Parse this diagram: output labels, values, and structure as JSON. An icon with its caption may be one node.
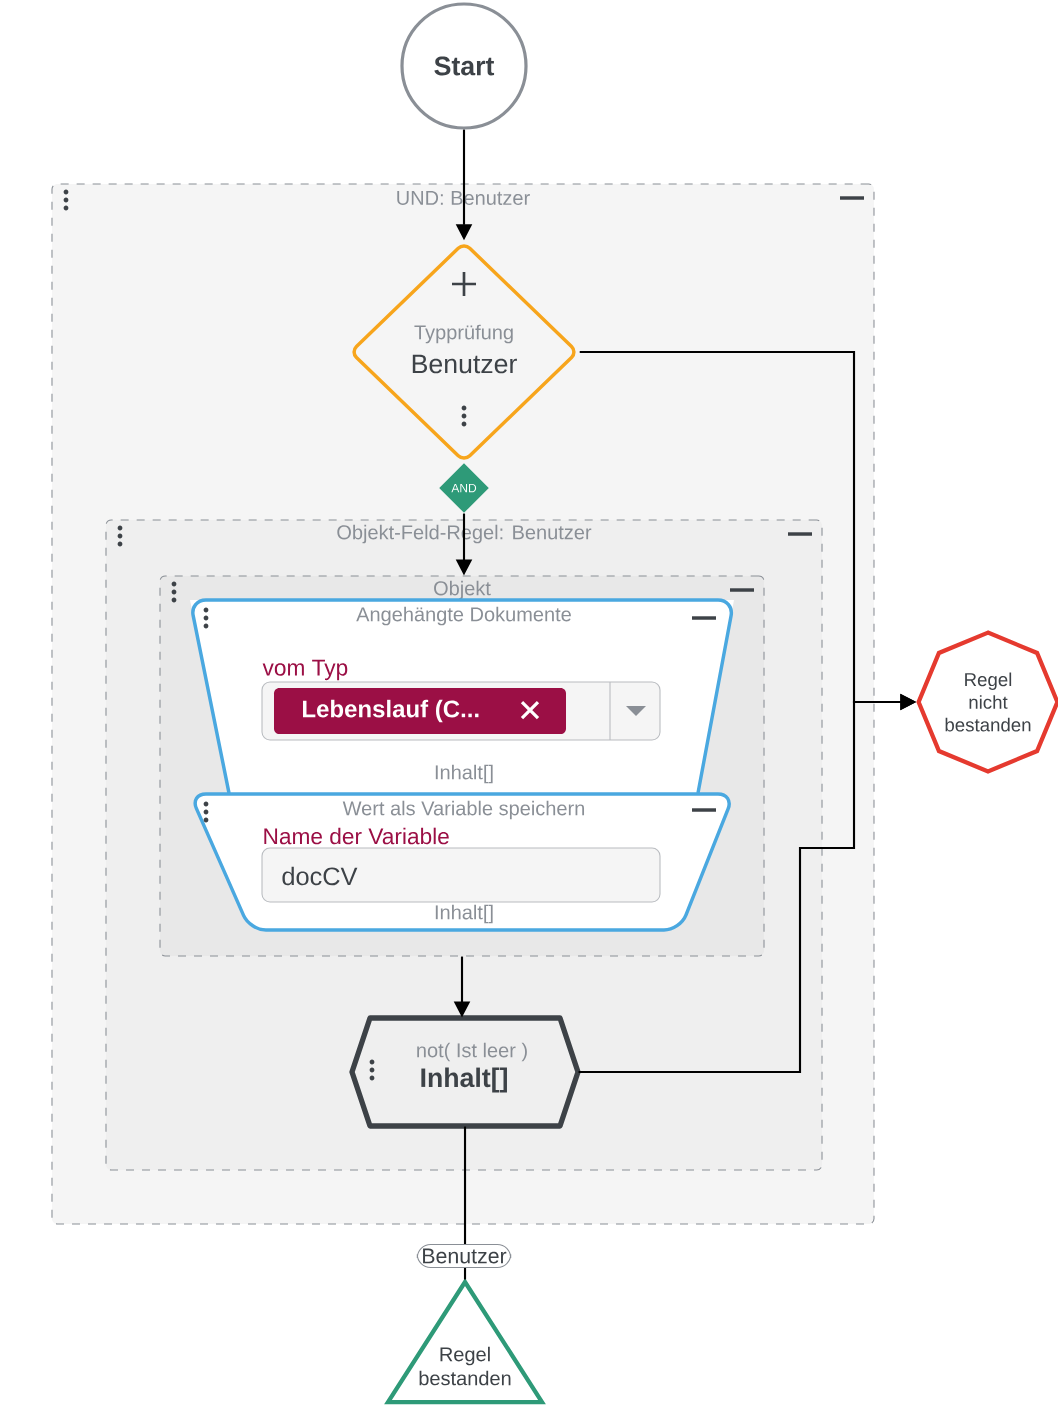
{
  "diagram": {
    "nodes": [
      {
        "text": [
          "Start"
        ]
      },
      {
        "text": [
          "UND: Benutzer"
        ]
      },
      {
        "text": [
          "Typprüfung",
          "Benutzer"
        ],
        "in": 1
      },
      {
        "text": [
          "AND"
        ],
        "in": 1
      },
      {
        "text": [
          "Objekt-Feld-Regel: Benutzer"
        ],
        "in": 1
      },
      {
        "text": [
          "Objekt"
        ],
        "in": 4
      },
      {
        "text": [
          "Angehängte Dokumente",
          "vom Typ",
          "Lebenslauf (C...",
          "Inhalt[]"
        ],
        "in": 5
      },
      {
        "text": [
          "Wert als Variable speichern",
          "Name der Variable",
          "docCV",
          "Inhalt[]"
        ],
        "in": 5
      },
      {
        "text": [
          "not( Ist leer )",
          "Inhalt[]"
        ],
        "in": 4
      },
      {
        "text": [
          "Regel nicht bestanden"
        ]
      },
      {
        "text": [
          "Regel bestanden"
        ]
      }
    ],
    "edges": [
      {
        "from": 0,
        "to": 2,
        "arrow": "to"
      },
      {
        "from": 3,
        "to": 5,
        "arrow": "to"
      },
      {
        "from": 5,
        "to": 8,
        "arrow": "to"
      },
      {
        "from": 2,
        "to": 9,
        "arrow": "to"
      },
      {
        "from": 8,
        "to": 9,
        "arrow": "to"
      },
      {
        "from": 8,
        "to": 10,
        "arrow": "none",
        "label": "Benutzer"
      }
    ]
  }
}
